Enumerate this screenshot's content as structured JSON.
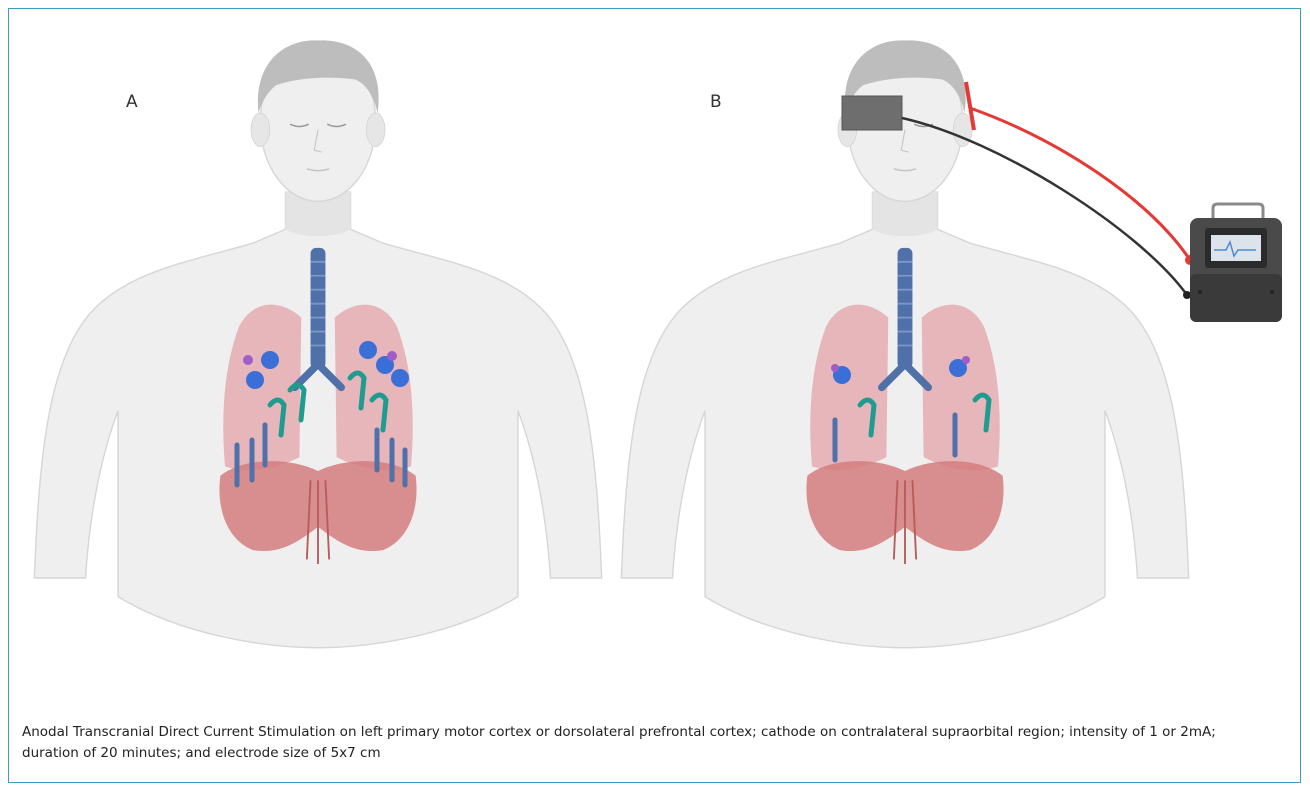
{
  "panels": [
    {
      "label": "A"
    },
    {
      "label": "B"
    }
  ],
  "caption": "Anodal Transcranial Direct Current Stimulation on left primary motor cortex or dorsolateral prefrontal cortex; cathode on contralateral supraorbital region; intensity of 1 or 2mA; duration of 20 minutes; and electrode size of 5x7 cm",
  "colors": {
    "frame_border": "#3a9fc2",
    "skin": "#eeeeee",
    "hair": "#bdbdbd",
    "lung": "#e3a7ad",
    "diaphragm": "#d47c7c",
    "trachea": "#4f70a8",
    "receptor_blue": "#3a6fd8",
    "receptor_purple": "#a05cc8",
    "teal_marker": "#1f9b8f",
    "anode_wire": "#e53935",
    "cathode_wire": "#333333",
    "electrode_pad": "#6e6e6e",
    "device_body": "#4a4a4a"
  }
}
